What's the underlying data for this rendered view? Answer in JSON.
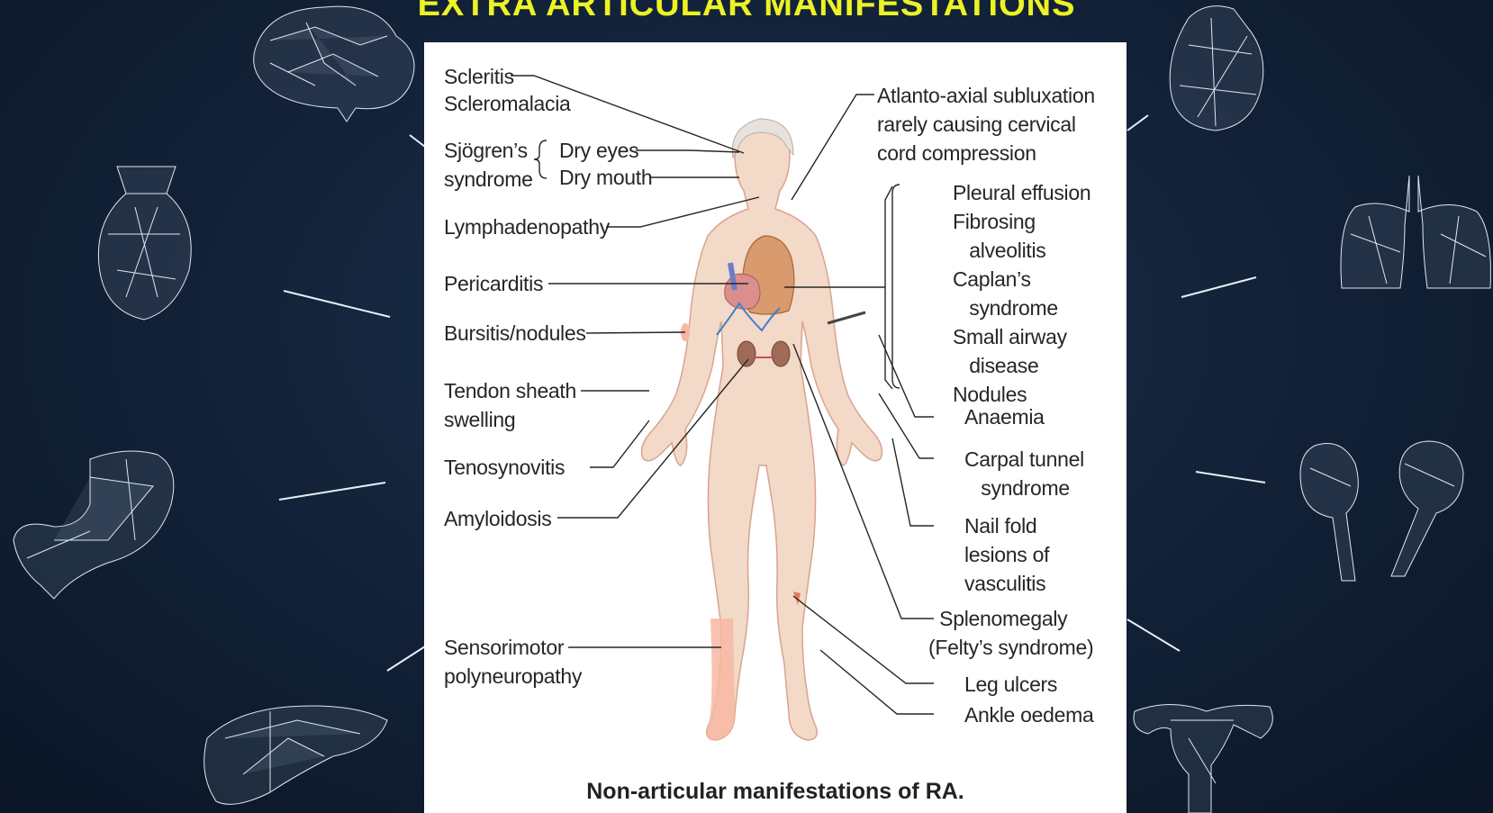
{
  "title": "EXTRA ARTICULAR MANIFESTATIONS",
  "caption": "Non-articular manifestations of RA.",
  "labels": {
    "scleritis": "Scleritis",
    "scleromalacia": "Scleromalacia",
    "sjogrens": "Sjögren’s\nsyndrome",
    "dry_eyes": "Dry eyes",
    "dry_mouth": "Dry mouth",
    "lymphadenopathy": "Lymphadenopathy",
    "pericarditis": "Pericarditis",
    "bursitis": "Bursitis/nodules",
    "tendon_sheath": "Tendon sheath\nswelling",
    "tenosynovitis": "Tenosynovitis",
    "amyloidosis": "Amyloidosis",
    "sensorimotor": "Sensorimotor\npolyneuropathy",
    "atlanto_axial": "Atlanto-axial subluxation\nrarely causing cervical\ncord compression",
    "pleural": "Pleural effusion\nFibrosing\n   alveolitis\nCaplan’s\n   syndrome\nSmall airway\n   disease\nNodules",
    "anaemia": "Anaemia",
    "carpal_tunnel": "Carpal tunnel\n   syndrome",
    "nail_fold": "Nail fold\nlesions of\nvasculitis",
    "splenomegaly": "  Splenomegaly\n(Felty’s syndrome)",
    "leg_ulcers": "Leg ulcers",
    "ankle_oedema": "Ankle oedema"
  },
  "colors": {
    "title": "#ecf224",
    "background": "#13233a",
    "panel": "#ffffff",
    "skin": "#f3d9c8",
    "lung": "#d99a6e",
    "kidney": "#a06a58",
    "highlight": "#f7b7a3"
  },
  "icons": [
    "brain-icon",
    "thyroid-icon",
    "stomach-icon",
    "liver-icon",
    "heart-icon",
    "lungs-icon",
    "kidneys-icon",
    "uterus-icon"
  ]
}
